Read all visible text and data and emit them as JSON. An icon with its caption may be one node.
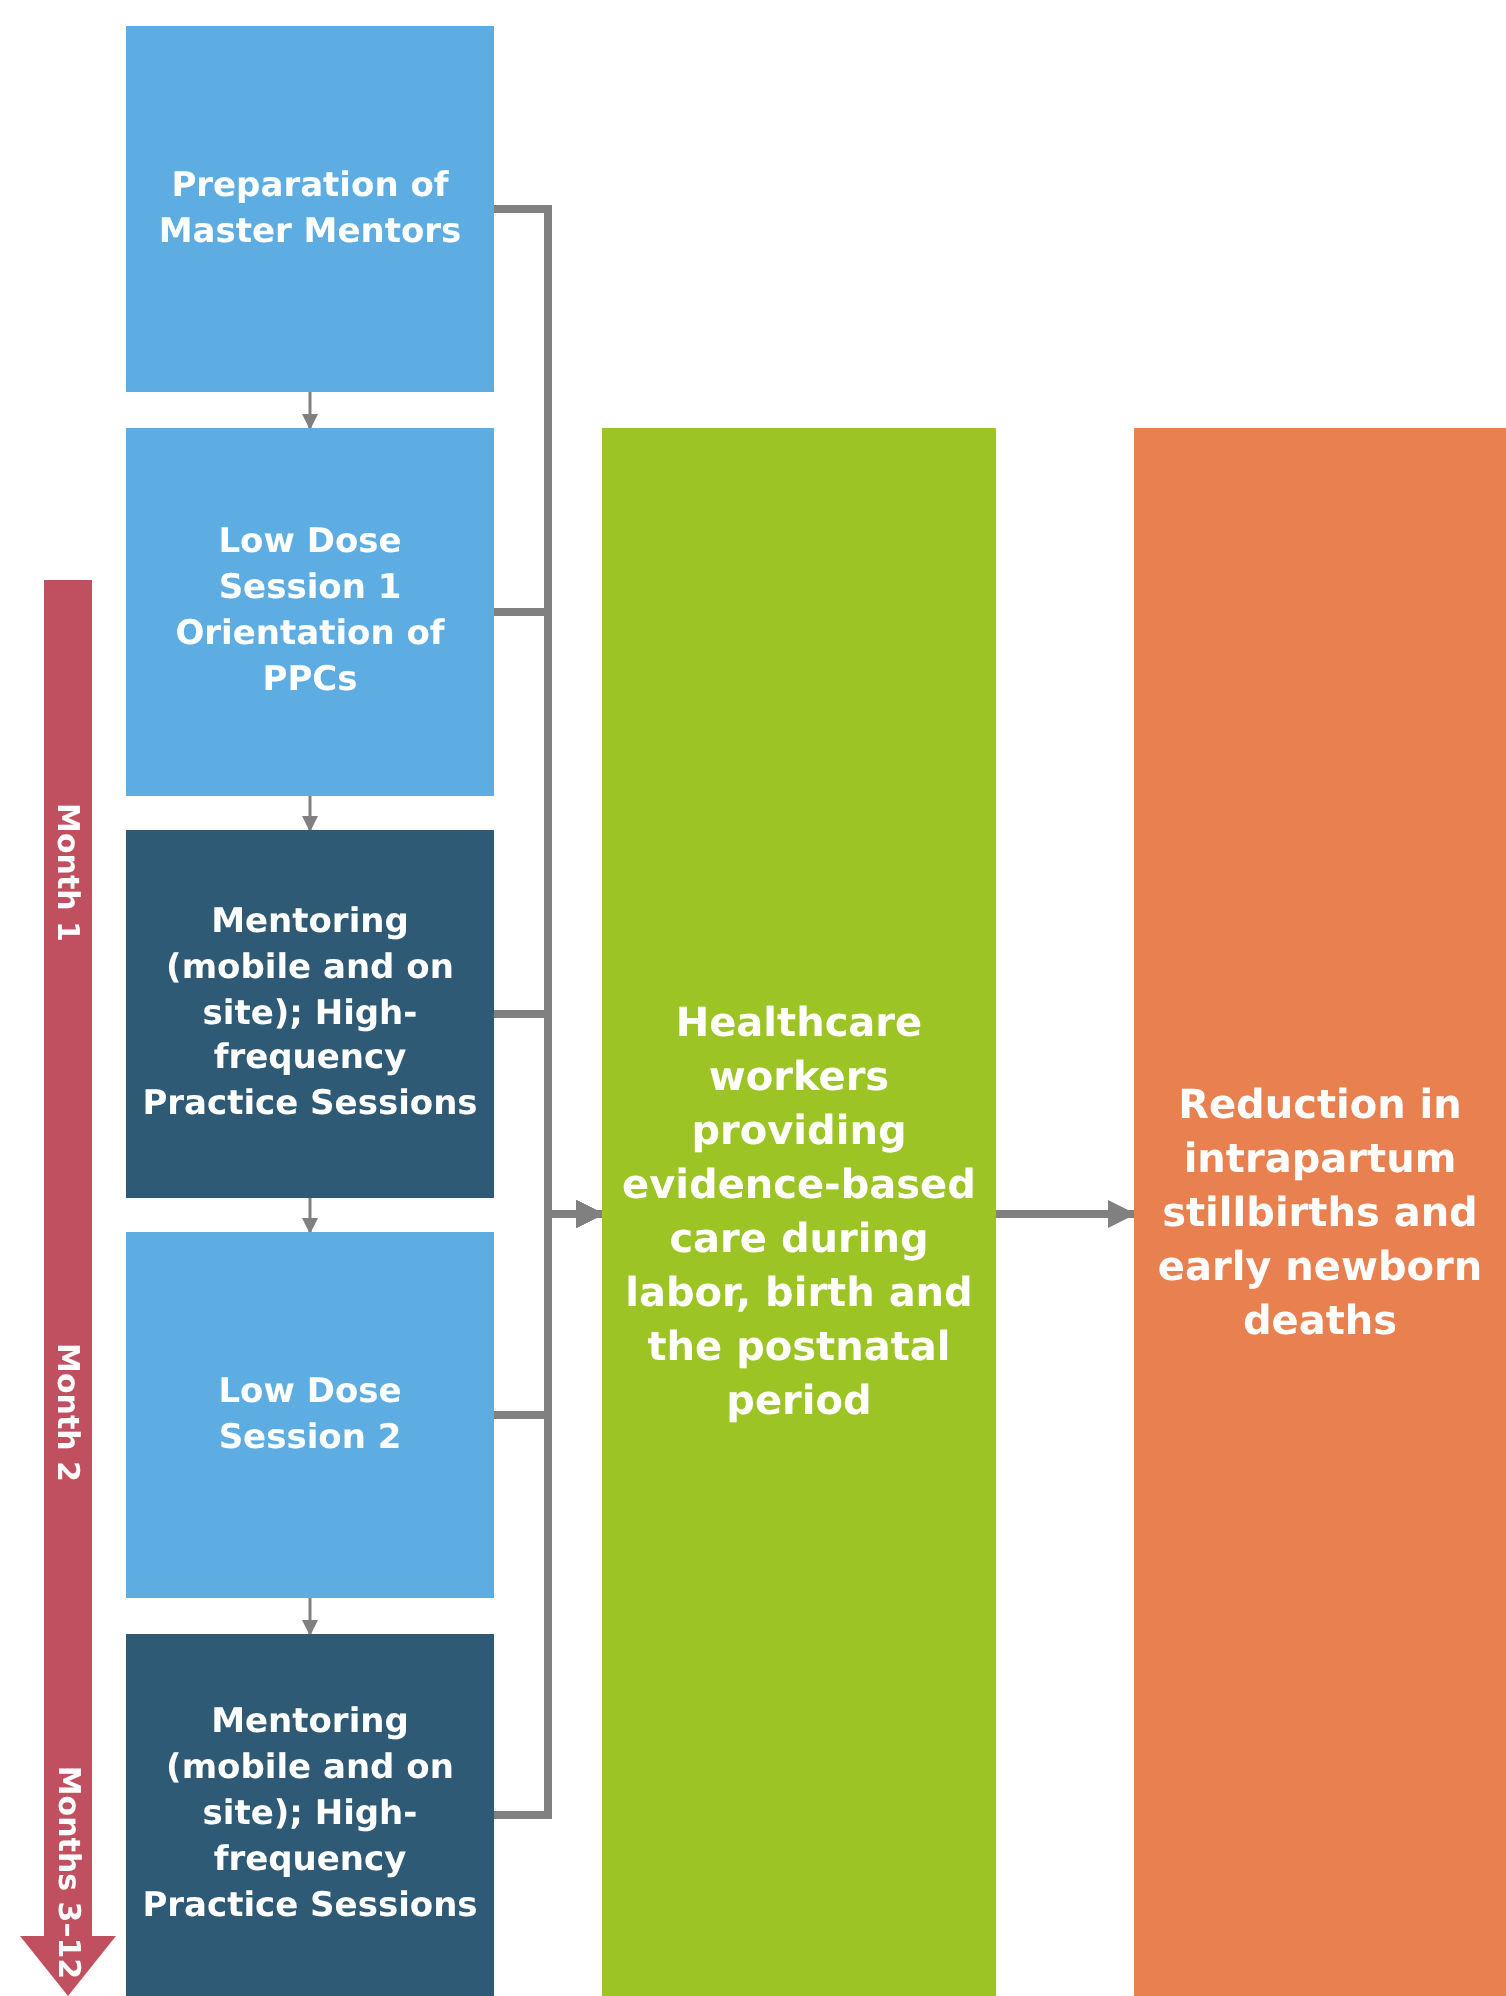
{
  "diagram": {
    "nodes": [
      {
        "text": [
          "Preparation of Master Mentors"
        ]
      },
      {
        "text": [
          "Low Dose Session 1 Orientation of PPCs"
        ]
      },
      {
        "text": [
          "Mentoring (mobile and on site); High-frequency Practice Sessions"
        ]
      },
      {
        "text": [
          "Low Dose Session 2"
        ]
      },
      {
        "text": [
          "Mentoring (mobile and on site); High-frequency Practice Sessions"
        ]
      },
      {
        "text": [
          "Healthcare workers providing evidence-based care during labor, birth and the postnatal period"
        ]
      },
      {
        "text": [
          "Reduction in intrapartum stillbirths and early newborn deaths"
        ]
      }
    ],
    "edges": [
      {
        "from": 0,
        "to": 1,
        "arrow": "to"
      },
      {
        "from": 1,
        "to": 2,
        "arrow": "to"
      },
      {
        "from": 2,
        "to": 3,
        "arrow": "to"
      },
      {
        "from": 3,
        "to": 4,
        "arrow": "to"
      },
      {
        "from": 0,
        "to": 5,
        "arrow": "to"
      },
      {
        "from": 1,
        "to": 5,
        "arrow": "to"
      },
      {
        "from": 2,
        "to": 5,
        "arrow": "to"
      },
      {
        "from": 3,
        "to": 5,
        "arrow": "to"
      },
      {
        "from": 4,
        "to": 5,
        "arrow": "to"
      },
      {
        "from": 5,
        "to": 6,
        "arrow": "to"
      }
    ],
    "labels": [
      "Month 1",
      "Month 2",
      "Months 3–12"
    ]
  }
}
